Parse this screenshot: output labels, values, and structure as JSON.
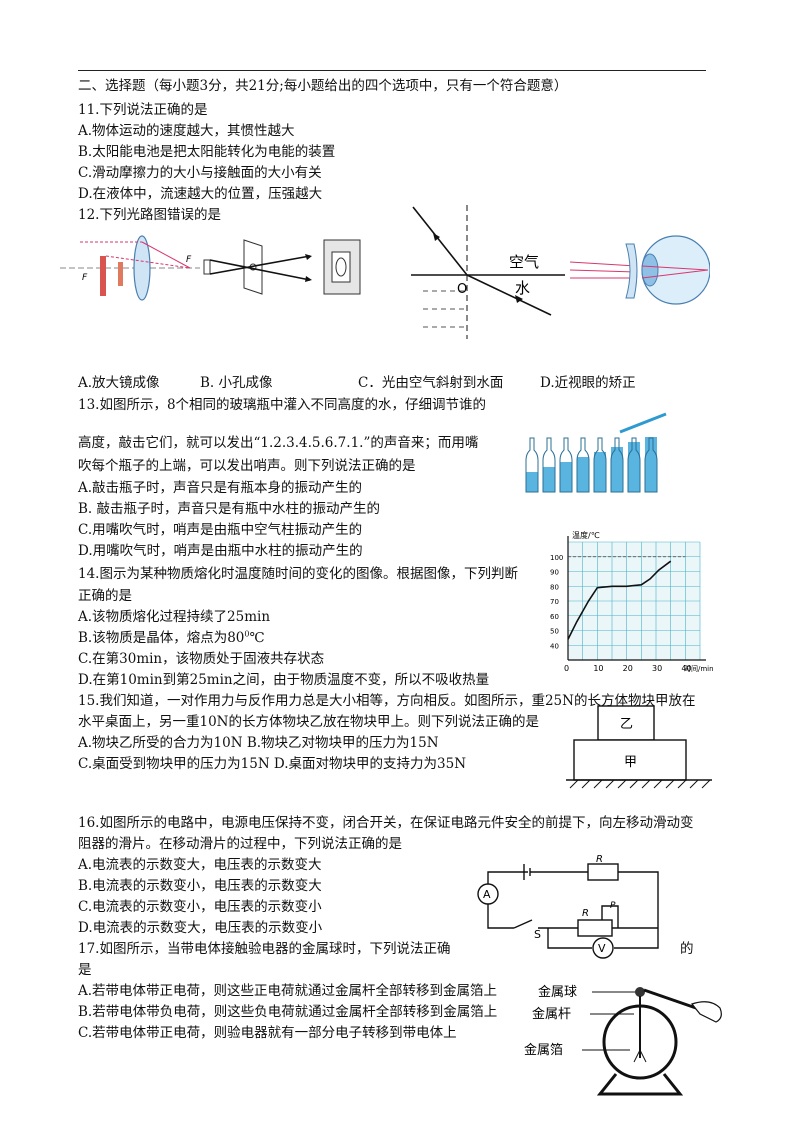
{
  "section_header": "二、选择题（每小题3分，共21分;每小题给出的四个选项中，只有一个符合题意）",
  "q11": {
    "stem": "11.下列说法正确的是",
    "options": [
      "A.物体运动的速度越大，其惯性越大",
      "B.太阳能电池是把太阳能转化为电能的装置",
      "C.滑动摩擦力的大小与接触面的大小有关",
      "D.在液体中，流速越大的位置，压强越大"
    ]
  },
  "q12": {
    "stem": "12.下列光路图错误的是",
    "figures": {
      "magnifier_f_left": "F",
      "magnifier_f_right": "F",
      "refraction_air": "空气",
      "refraction_o": "O",
      "refraction_water": "水"
    },
    "options": [
      "A.放大镜成像",
      "B.  小孔成像",
      "C．光由空气斜射到水面",
      "D.近视眼的矫正"
    ]
  },
  "q13": {
    "line1": "13.如图所示，8个相同的玻璃瓶中灌入不同高度的水，仔细调节谁的",
    "line2": "高度，敲击它们，就可以发出“1.2.3.4.5.6.7.1.”的声音来；而用嘴",
    "line3": "吹每个瓶子的上端，可以发出哨声。则下列说法正确的是",
    "options": [
      "A.敲击瓶子时，声音只是有瓶本身的振动产生的",
      "B. 敲击瓶子时，声音只是有瓶中水柱的振动产生的",
      "C.用嘴吹气时，哨声是由瓶中空气柱振动产生的",
      "D.用嘴吹气时，哨声是由瓶中水柱的振动产生的"
    ]
  },
  "q14": {
    "line1": "14.图示为某种物质熔化时温度随时间的变化的图像。根据图像，下列判断",
    "line2": "正确的是",
    "options": [
      "A.该物质熔化过程持续了25min",
      "B.该物质是晶体，熔点为80",
      "C.在第30min，该物质处于固液共存状态",
      "D.在第10min到第25min之间，由于物质温度不变，所以不吸收热量"
    ],
    "option_b_unit": "℃",
    "chart_data": {
      "type": "line",
      "ylabel": "温度/℃",
      "xlabel": "时间/min",
      "x_ticks": [
        0,
        10,
        20,
        30,
        40
      ],
      "y_ticks": [
        40,
        50,
        60,
        70,
        80,
        90,
        100
      ],
      "xlim": [
        0,
        45
      ],
      "ylim": [
        30,
        110
      ],
      "series": [
        {
          "x": [
            0,
            3,
            7,
            10,
            15,
            20,
            25,
            28,
            31,
            35
          ],
          "y": [
            44,
            56,
            70,
            79,
            80,
            80,
            81,
            85,
            91,
            97
          ]
        }
      ],
      "grid": true
    }
  },
  "q15": {
    "line1": "15.我们知道，一对作用力与反作用力总是大小相等，方向相反。如图所示，重25N的长方体物块甲放在",
    "line2": "水平桌面上，另一重10N的长方体物块乙放在物块甲上。则下列说法正确的是",
    "options_row1": "A.物块乙所受的合力为10N   B.物块乙对物块甲的压力为15N",
    "options_row2": "C.桌面受到物块甲的压力为15N   D.桌面对物块甲的支持力为35N",
    "block_top": "乙",
    "block_bottom": "甲"
  },
  "q16": {
    "line1": "16.如图所示的电路中，电源电压保持不变，闭合开关，在保证电路元件安全的前提下，向左移动滑动变",
    "line2": "阻器的滑片。在移动滑片的过程中，下列说法正确的是",
    "options": [
      "A.电流表的示数变大，电压表的示数变大",
      "B.电流表的示数变小，电压表的示数变大",
      "C.电流表的示数变小，电压表的示数变小",
      "D.电流表的示数变大，电压表的示数变小"
    ],
    "circuit": {
      "r1": "R",
      "r2": "R",
      "p": "P",
      "ammeter": "A",
      "voltmeter": "V",
      "switch": "S"
    }
  },
  "q17": {
    "line1": "17.如图所示，当带电体接触验电器的金属球时，下列说法正确",
    "line1_end": "的",
    "line2": "是",
    "options": [
      "A.若带电体带正电荷，则这些正电荷就通过金属杆全部转移到金属箔上",
      "B.若带电体带负电荷，则这些负电荷就通过金属杆全部转移到金属箔上",
      "C.若带电体带正电荷，则验电器就有一部分电子转移到带电体上"
    ],
    "labels": {
      "ball": "金属球",
      "rod": "金属杆",
      "foil": "金属箔"
    }
  }
}
